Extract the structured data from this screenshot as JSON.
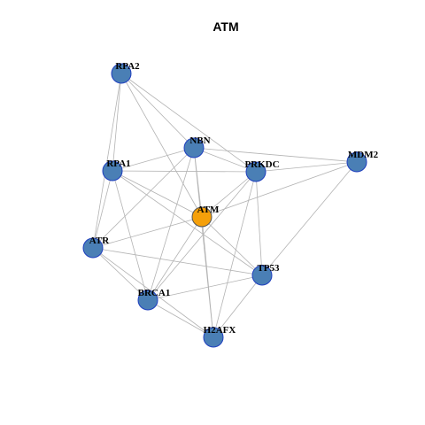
{
  "title": "ATM",
  "colors": {
    "node_fill": "#4a7fb5",
    "node_stroke": "#1f3fbf",
    "center_fill": "#f5a00a",
    "center_stroke": "#555555",
    "edge": "#b3b3b3"
  },
  "network": {
    "center": "ATM",
    "nodes": [
      {
        "id": "RPA2",
        "label": "RPA2"
      },
      {
        "id": "NBN",
        "label": "NBN"
      },
      {
        "id": "RPA1",
        "label": "RPA1"
      },
      {
        "id": "PRKDC",
        "label": "PRKDC"
      },
      {
        "id": "MDM2",
        "label": "MDM2"
      },
      {
        "id": "ATM",
        "label": "ATM"
      },
      {
        "id": "ATR",
        "label": "ATR"
      },
      {
        "id": "TP53",
        "label": "TP53"
      },
      {
        "id": "BRCA1",
        "label": "BRCA1"
      },
      {
        "id": "H2AFX",
        "label": "H2AFX"
      }
    ],
    "edges": [
      [
        "RPA2",
        "NBN"
      ],
      [
        "RPA2",
        "PRKDC"
      ],
      [
        "RPA2",
        "ATM"
      ],
      [
        "RPA2",
        "RPA1"
      ],
      [
        "RPA2",
        "ATR"
      ],
      [
        "NBN",
        "PRKDC"
      ],
      [
        "NBN",
        "MDM2"
      ],
      [
        "NBN",
        "RPA1"
      ],
      [
        "NBN",
        "ATM"
      ],
      [
        "NBN",
        "ATR"
      ],
      [
        "NBN",
        "BRCA1"
      ],
      [
        "NBN",
        "H2AFX"
      ],
      [
        "RPA1",
        "PRKDC"
      ],
      [
        "RPA1",
        "ATM"
      ],
      [
        "RPA1",
        "ATR"
      ],
      [
        "RPA1",
        "BRCA1"
      ],
      [
        "RPA1",
        "TP53"
      ],
      [
        "PRKDC",
        "MDM2"
      ],
      [
        "PRKDC",
        "ATM"
      ],
      [
        "PRKDC",
        "TP53"
      ],
      [
        "PRKDC",
        "H2AFX"
      ],
      [
        "PRKDC",
        "BRCA1"
      ],
      [
        "MDM2",
        "ATM"
      ],
      [
        "MDM2",
        "TP53"
      ],
      [
        "ATM",
        "ATR"
      ],
      [
        "ATM",
        "TP53"
      ],
      [
        "ATM",
        "BRCA1"
      ],
      [
        "ATM",
        "H2AFX"
      ],
      [
        "ATR",
        "TP53"
      ],
      [
        "ATR",
        "BRCA1"
      ],
      [
        "ATR",
        "H2AFX"
      ],
      [
        "TP53",
        "BRCA1"
      ],
      [
        "TP53",
        "H2AFX"
      ],
      [
        "BRCA1",
        "H2AFX"
      ]
    ]
  }
}
